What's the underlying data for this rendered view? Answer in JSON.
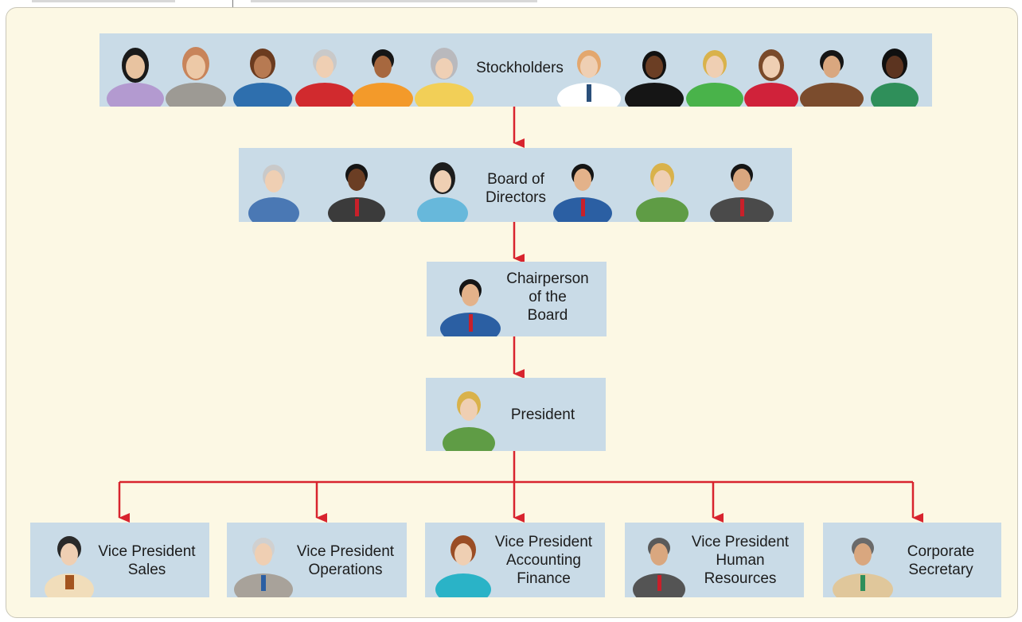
{
  "colors": {
    "background": "#fcf8e4",
    "box": "#c9dbe7",
    "connector": "#d8242e"
  },
  "stockholders": {
    "label": "Stockholders",
    "icon": "stockholders-group-icon"
  },
  "board": {
    "label": "Board of\nDirectors",
    "icon": "board-members-icon"
  },
  "chair": {
    "label": "Chairperson\nof the\nBoard",
    "icon": "chairperson-icon"
  },
  "president": {
    "label": "President",
    "icon": "president-icon"
  },
  "vps": [
    {
      "label": "Vice President\nSales",
      "icon": "vp-sales-icon"
    },
    {
      "label": "Vice President\nOperations",
      "icon": "vp-operations-icon"
    },
    {
      "label": "Vice President\nAccounting\nFinance",
      "icon": "vp-accounting-finance-icon"
    },
    {
      "label": "Vice President\nHuman\nResources",
      "icon": "vp-human-resources-icon"
    },
    {
      "label": "Corporate\nSecretary",
      "icon": "corporate-secretary-icon"
    }
  ]
}
